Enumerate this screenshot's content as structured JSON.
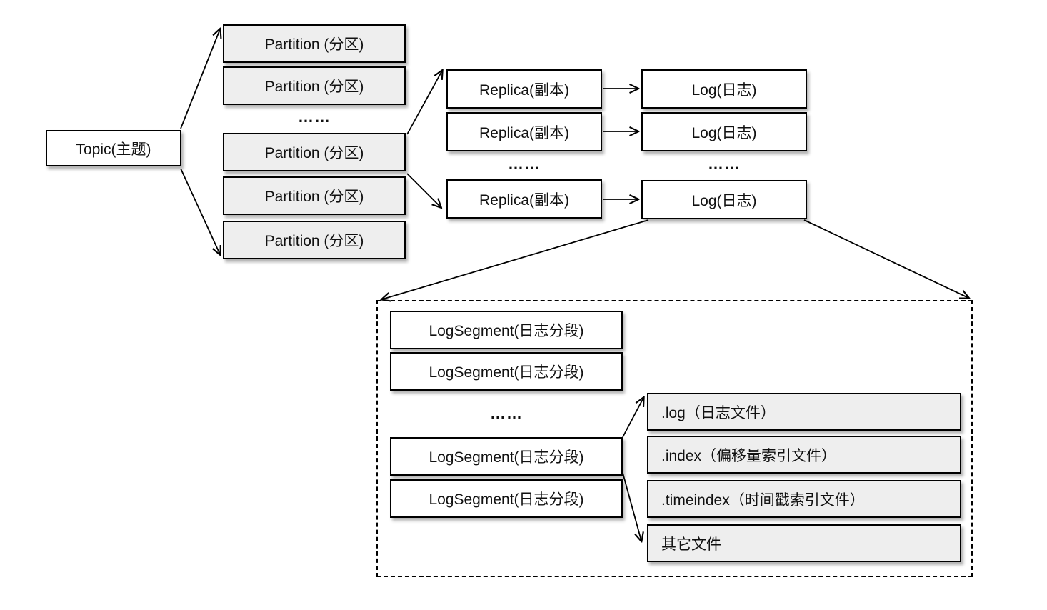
{
  "colors": {
    "background": "#ffffff",
    "box_border": "#000000",
    "gray_fill": "#eeeeee",
    "white_fill": "#ffffff",
    "arrow": "#000000"
  },
  "topic": {
    "label": "Topic(主题)"
  },
  "partitions": {
    "items": [
      {
        "label": "Partition (分区)"
      },
      {
        "label": "Partition (分区)"
      },
      {
        "label": "Partition (分区)"
      },
      {
        "label": "Partition (分区)"
      },
      {
        "label": "Partition (分区)"
      }
    ],
    "ellipsis": "……"
  },
  "replicas": {
    "items": [
      {
        "label": "Replica(副本)"
      },
      {
        "label": "Replica(副本)"
      },
      {
        "label": "Replica(副本)"
      }
    ],
    "ellipsis": "……"
  },
  "logs": {
    "items": [
      {
        "label": "Log(日志)"
      },
      {
        "label": "Log(日志)"
      },
      {
        "label": "Log(日志)"
      }
    ],
    "ellipsis": "……"
  },
  "log_segments": {
    "items": [
      {
        "label": "LogSegment(日志分段)"
      },
      {
        "label": "LogSegment(日志分段)"
      },
      {
        "label": "LogSegment(日志分段)"
      },
      {
        "label": "LogSegment(日志分段)"
      }
    ],
    "ellipsis": "……"
  },
  "files": {
    "items": [
      {
        "label": ".log（日志文件）"
      },
      {
        "label": ".index（偏移量索引文件）"
      },
      {
        "label": ".timeindex（时间戳索引文件）"
      },
      {
        "label": "其它文件"
      }
    ]
  }
}
